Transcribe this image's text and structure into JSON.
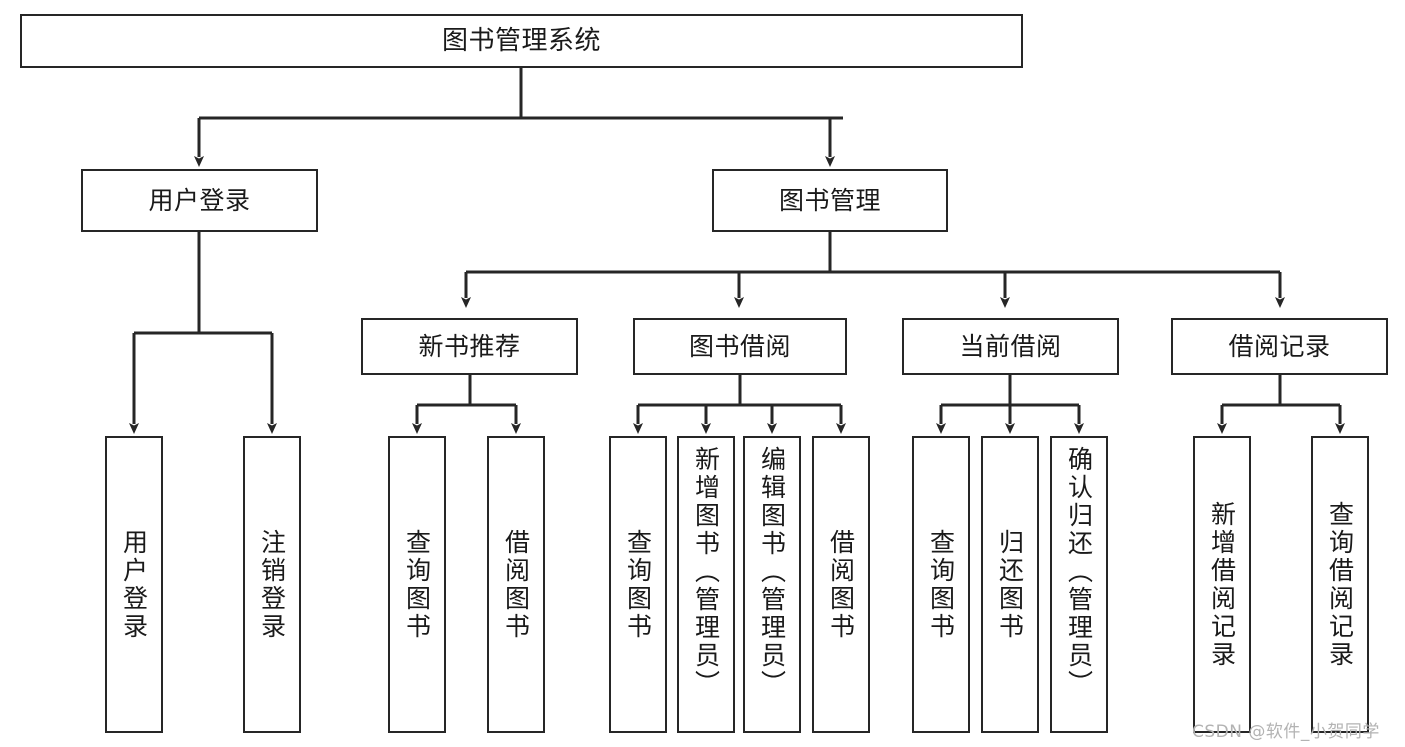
{
  "diagram": {
    "title": "图书管理系统",
    "type": "tree-hierarchy-diagram",
    "root": {
      "label": "图书管理系统"
    },
    "level2": [
      {
        "label": "用户登录"
      },
      {
        "label": "图书管理"
      }
    ],
    "level3": [
      {
        "label": "新书推荐"
      },
      {
        "label": "图书借阅"
      },
      {
        "label": "当前借阅"
      },
      {
        "label": "借阅记录"
      }
    ],
    "leaves": {
      "user_login": [
        {
          "label": "用户登录"
        },
        {
          "label": "注销登录"
        }
      ],
      "new_book_recommend": [
        {
          "label": "查询图书"
        },
        {
          "label": "借阅图书"
        }
      ],
      "book_borrow": [
        {
          "label": "查询图书"
        },
        {
          "label": "新增图书（管理员）"
        },
        {
          "label": "编辑图书（管理员）"
        },
        {
          "label": "借阅图书"
        }
      ],
      "current_borrow": [
        {
          "label": "查询图书"
        },
        {
          "label": "归还图书"
        },
        {
          "label": "确认归还（管理员）"
        }
      ],
      "borrow_record": [
        {
          "label": "新增借阅记录"
        },
        {
          "label": "查询借阅记录"
        }
      ]
    }
  },
  "watermark": {
    "text": "CSDN @软件_小贺同学"
  },
  "colors": {
    "border": "#262626",
    "text": "#1a1a1a",
    "background": "#ffffff",
    "watermark": "#b3b3b3"
  }
}
